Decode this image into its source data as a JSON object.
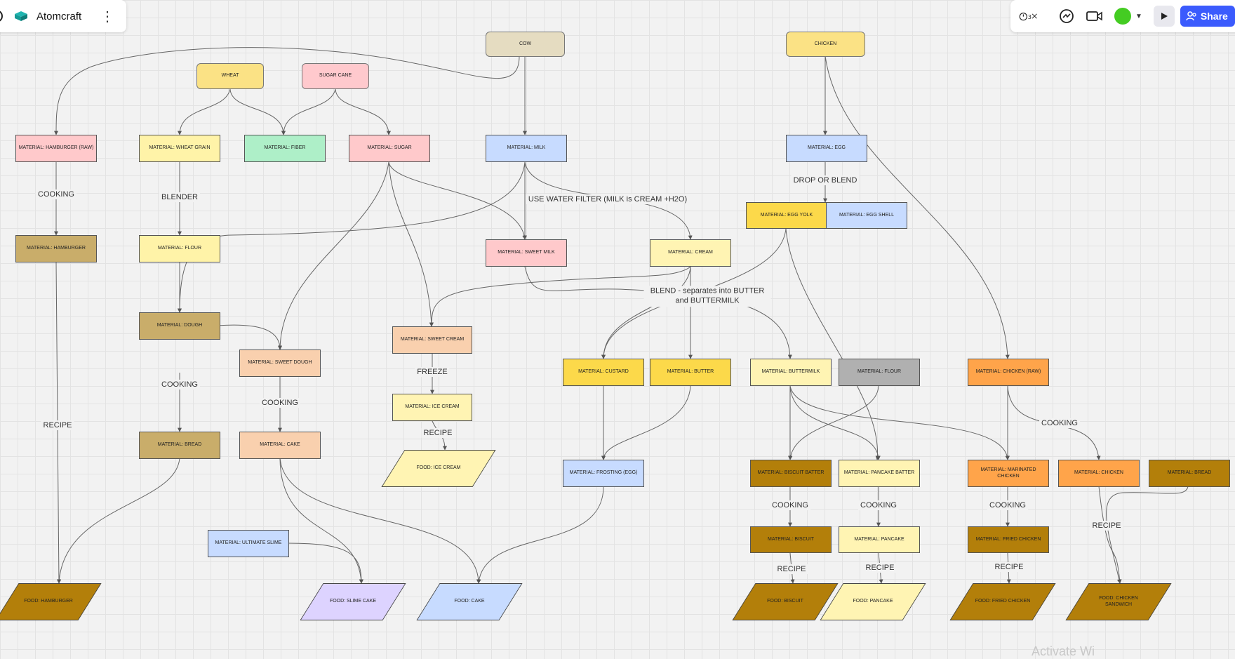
{
  "board": {
    "title": "Atomcraft",
    "menu_icon": "more-vertical-icon",
    "logo_icon": "cube-logo-icon"
  },
  "toolbar": {
    "timer_icon": "timer-icon",
    "chat_icon": "chat-icon",
    "video_icon": "video-icon",
    "presence_color": "#44cc22",
    "play_icon": "play-icon",
    "share_label": "Share",
    "share_color": "#3b5bfd"
  },
  "watermark": "Activate Wi",
  "colors": {
    "pink": "#ffc9cb",
    "yellow": "#fff3a8",
    "green": "#aeefc8",
    "blue": "#c7dbff",
    "tan": "#c9ad6a",
    "peach": "#f9d0ae",
    "gold": "#fcd94a",
    "gray": "#b0b0b0",
    "orange": "#ffa44a",
    "brown": "#b37f0a",
    "lavender": "#ddd3ff",
    "cream": "#fff4b3",
    "cowtan": "#e5dcc1",
    "wheatyellow": "#fbe285",
    "sugarpink": "#ffc9cd"
  },
  "nodes": [
    {
      "id": "cow",
      "label": "COW",
      "color": "cowtan",
      "shape": "rounded"
    },
    {
      "id": "chicken",
      "label": "CHICKEN",
      "color": "wheatyellow",
      "shape": "rounded"
    },
    {
      "id": "wheat",
      "label": "WHEAT",
      "color": "wheatyellow",
      "shape": "rounded"
    },
    {
      "id": "sugarcane",
      "label": "SUGAR CANE",
      "color": "sugarpink",
      "shape": "rounded"
    },
    {
      "id": "hamburger_raw",
      "label": "MATERIAL: HAMBURGER (RAW)",
      "color": "pink"
    },
    {
      "id": "wheat_grain",
      "label": "MATERIAL: WHEAT GRAIN",
      "color": "yellow"
    },
    {
      "id": "fiber",
      "label": "MATERIAL: FIBER",
      "color": "green"
    },
    {
      "id": "sugar",
      "label": "MATERIAL: SUGAR",
      "color": "pink"
    },
    {
      "id": "milk",
      "label": "MATERIAL: MILK",
      "color": "blue"
    },
    {
      "id": "egg",
      "label": "MATERIAL: EGG",
      "color": "blue"
    },
    {
      "id": "egg_yolk",
      "label": "MATERIAL: EGG YOLK",
      "color": "gold"
    },
    {
      "id": "egg_shell",
      "label": "MATERIAL: EGG SHELL",
      "color": "blue"
    },
    {
      "id": "hamburger",
      "label": "MATERIAL: HAMBURGER",
      "color": "tan"
    },
    {
      "id": "flour",
      "label": "MATERIAL: FLOUR",
      "color": "yellow"
    },
    {
      "id": "sweet_milk",
      "label": "MATERIAL: SWEET MILK",
      "color": "pink"
    },
    {
      "id": "cream",
      "label": "MATERIAL: CREAM",
      "color": "cream"
    },
    {
      "id": "dough",
      "label": "MATERIAL: DOUGH",
      "color": "tan"
    },
    {
      "id": "sweet_cream",
      "label": "MATERIAL: SWEET CREAM",
      "color": "peach"
    },
    {
      "id": "sweet_dough",
      "label": "MATERIAL: SWEET DOUGH",
      "color": "peach"
    },
    {
      "id": "custard",
      "label": "MATERIAL: CUSTARD",
      "color": "gold"
    },
    {
      "id": "butter",
      "label": "MATERIAL: BUTTER",
      "color": "gold"
    },
    {
      "id": "buttermilk",
      "label": "MATERIAL: BUTTERMILK",
      "color": "cream"
    },
    {
      "id": "flour2",
      "label": "MATERIAL: FLOUR",
      "color": "gray"
    },
    {
      "id": "chicken_raw",
      "label": "MATERIAL: CHICKEN (RAW)",
      "color": "orange"
    },
    {
      "id": "ice_cream",
      "label": "MATERIAL: ICE CREAM",
      "color": "cream"
    },
    {
      "id": "bread",
      "label": "MATERIAL: BREAD",
      "color": "tan"
    },
    {
      "id": "cake",
      "label": "MATERIAL: CAKE",
      "color": "peach"
    },
    {
      "id": "frosting",
      "label": "MATERIAL: FROSTING (EGG)",
      "color": "blue"
    },
    {
      "id": "biscuit_batter",
      "label": "MATERIAL: BISCUIT BATTER",
      "color": "brown"
    },
    {
      "id": "pancake_batter",
      "label": "MATERIAL: PANCAKE BATTER",
      "color": "cream"
    },
    {
      "id": "marinated_chicken",
      "label": "MATERIAL: MARINATED CHICKEN",
      "color": "orange"
    },
    {
      "id": "chicken_mat",
      "label": "MATERIAL: CHICKEN",
      "color": "orange"
    },
    {
      "id": "bread2",
      "label": "MATERIAL: BREAD",
      "color": "brown"
    },
    {
      "id": "ultimate_slime",
      "label": "MATERIAL: ULTIMATE SLIME",
      "color": "blue"
    },
    {
      "id": "biscuit",
      "label": "MATERIAL: BISCUIT",
      "color": "brown"
    },
    {
      "id": "pancake",
      "label": "MATERIAL: PANCAKE",
      "color": "cream"
    },
    {
      "id": "fried_chicken",
      "label": "MATERIAL: FRIED CHICKEN",
      "color": "brown"
    },
    {
      "id": "food_ice_cream",
      "label": "FOOD: ICE CREAM",
      "color": "cream",
      "shape": "para"
    },
    {
      "id": "food_hamburger",
      "label": "FOOD: HAMBURGER",
      "color": "brown",
      "shape": "para"
    },
    {
      "id": "food_slime_cake",
      "label": "FOOD: SLIME CAKE",
      "color": "lavender",
      "shape": "para"
    },
    {
      "id": "food_cake",
      "label": "FOOD: CAKE",
      "color": "blue",
      "shape": "para"
    },
    {
      "id": "food_biscuit",
      "label": "FOOD: BISCUIT",
      "color": "brown",
      "shape": "para"
    },
    {
      "id": "food_pancake",
      "label": "FOOD: PANCAKE",
      "color": "cream",
      "shape": "para"
    },
    {
      "id": "food_fried_chicken",
      "label": "FOOD: FRIED CHICKEN",
      "color": "brown",
      "shape": "para"
    },
    {
      "id": "food_chicken_sandwich",
      "label": "FOOD: CHICKEN SANDWICH",
      "color": "brown",
      "shape": "para"
    }
  ],
  "edge_labels": [
    {
      "id": "cooking_hamburger",
      "text": "COOKING"
    },
    {
      "id": "blender",
      "text": "BLENDER"
    },
    {
      "id": "water_filter",
      "text": "USE WATER FILTER (MILK is CREAM +H2O)"
    },
    {
      "id": "drop_or_blend",
      "text": "DROP OR BLEND"
    },
    {
      "id": "blend_butter",
      "text": "BLEND - separates into BUTTER and BUTTERMILK"
    },
    {
      "id": "cooking_bread",
      "text": "COOKING"
    },
    {
      "id": "cooking_cake",
      "text": "COOKING"
    },
    {
      "id": "freeze",
      "text": "FREEZE"
    },
    {
      "id": "recipe_hamburger",
      "text": "RECIPE"
    },
    {
      "id": "recipe_ice_cream",
      "text": "RECIPE"
    },
    {
      "id": "cooking_chicken",
      "text": "COOKING"
    },
    {
      "id": "cooking_biscuit",
      "text": "COOKING"
    },
    {
      "id": "cooking_pancake",
      "text": "COOKING"
    },
    {
      "id": "cooking_fried",
      "text": "COOKING"
    },
    {
      "id": "recipe_sandwich",
      "text": "RECIPE"
    },
    {
      "id": "recipe_biscuit",
      "text": "RECIPE"
    },
    {
      "id": "recipe_pancake",
      "text": "RECIPE"
    },
    {
      "id": "recipe_fried",
      "text": "RECIPE"
    }
  ]
}
